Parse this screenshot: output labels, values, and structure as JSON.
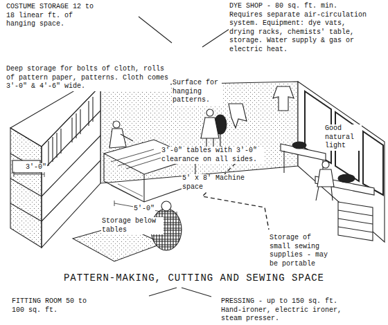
{
  "diagram": {
    "title": "PATTERN-MAKING, CUTTING AND SEWING SPACE",
    "labels": [
      "COSTUME STORAGE 12 to 18 linear ft. of hanging space.",
      "DYE SHOP - 80 sq. ft. min. Requires separate air-circulation system. Equipment: dye vats, drying racks, chemists' table, storage. Water supply & gas or electric heat.",
      "Deep storage for bolts of cloth, rolls of pattern paper, patterns. Cloth comes 3'-0\" & 4'-6\" wide.",
      "Surface for hanging patterns.",
      "Good natural light",
      "3'-0\" tables with 3'-0\" clearance on all sides.",
      "3'-0\"",
      "5'-0\"",
      "5' x 8' Machine space",
      "Storage below tables",
      "Storage of small sewing supplies - may be portable",
      "FITTING ROOM 50 to 100 sq. ft.",
      "PRESSING - up to 150 sq. ft. Hand-ironer, electric ironer, steam presser."
    ]
  }
}
